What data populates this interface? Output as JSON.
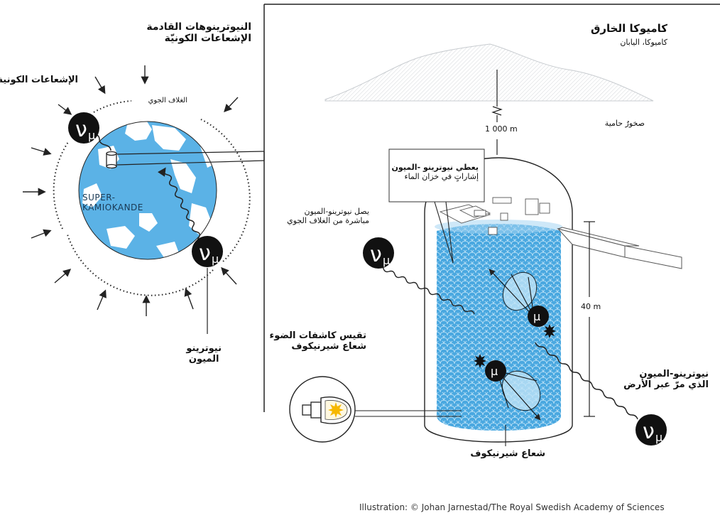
{
  "labels": {
    "incoming_title_line1": "النيوترينوهات القادمة",
    "incoming_title_line2": "الإشعاعات الكونيّة",
    "cosmic_rays": "الإشعاعات الكونية",
    "atmosphere": "الغلاف الجوي",
    "super_k_line1": "SUPER-",
    "super_k_line2": "KAMIOKANDE",
    "muon_neutrino_line1": "نيوترينو",
    "muon_neutrino_line2": "الميون",
    "kamioka_title": "كاميوكا الخارق",
    "kamioka_subtitle": "كاميوكا، اليابان",
    "protective_rock": "صخورٌ حامية",
    "depth": "1 000 m",
    "height": "40 m",
    "signal_line1": "يعطي نيوترينو -الميون",
    "signal_line2": "إشاراتٍ في خزان الماء",
    "direct_line1": "يصل نيوترينو-الميون",
    "direct_line2": "مباشرة من الغلاف الجوي",
    "detectors_line1": "تقيس كاشفات الضوء",
    "detectors_line2": "شعاع شيرنيكوف",
    "through_earth_line1": "نيوترينو-الميون",
    "through_earth_line2": "الذي مرّ عبر الأرض",
    "cherenkov": "شعاع شيرنيكوف",
    "credit": "Illustration: © Johan Jarnestad/The Royal Swedish Academy of Sciences"
  },
  "symbols": {
    "neutrino": "ν",
    "neutrino_sub": "μ",
    "muon": "μ"
  },
  "colors": {
    "water": "#4aa8e0",
    "water_light": "#a5d6f2",
    "ocean": "#5bb2e6",
    "land": "#ffffff",
    "badge": "#111111",
    "line": "#222222",
    "mountain": "#c8ccd0",
    "sun": "#f6b800"
  },
  "icons": [
    "neutrino-badge-icon",
    "muon-badge-icon",
    "photodetector-icon",
    "sun-flash-icon",
    "earth-globe-icon",
    "mountain-icon",
    "water-tank-icon"
  ]
}
